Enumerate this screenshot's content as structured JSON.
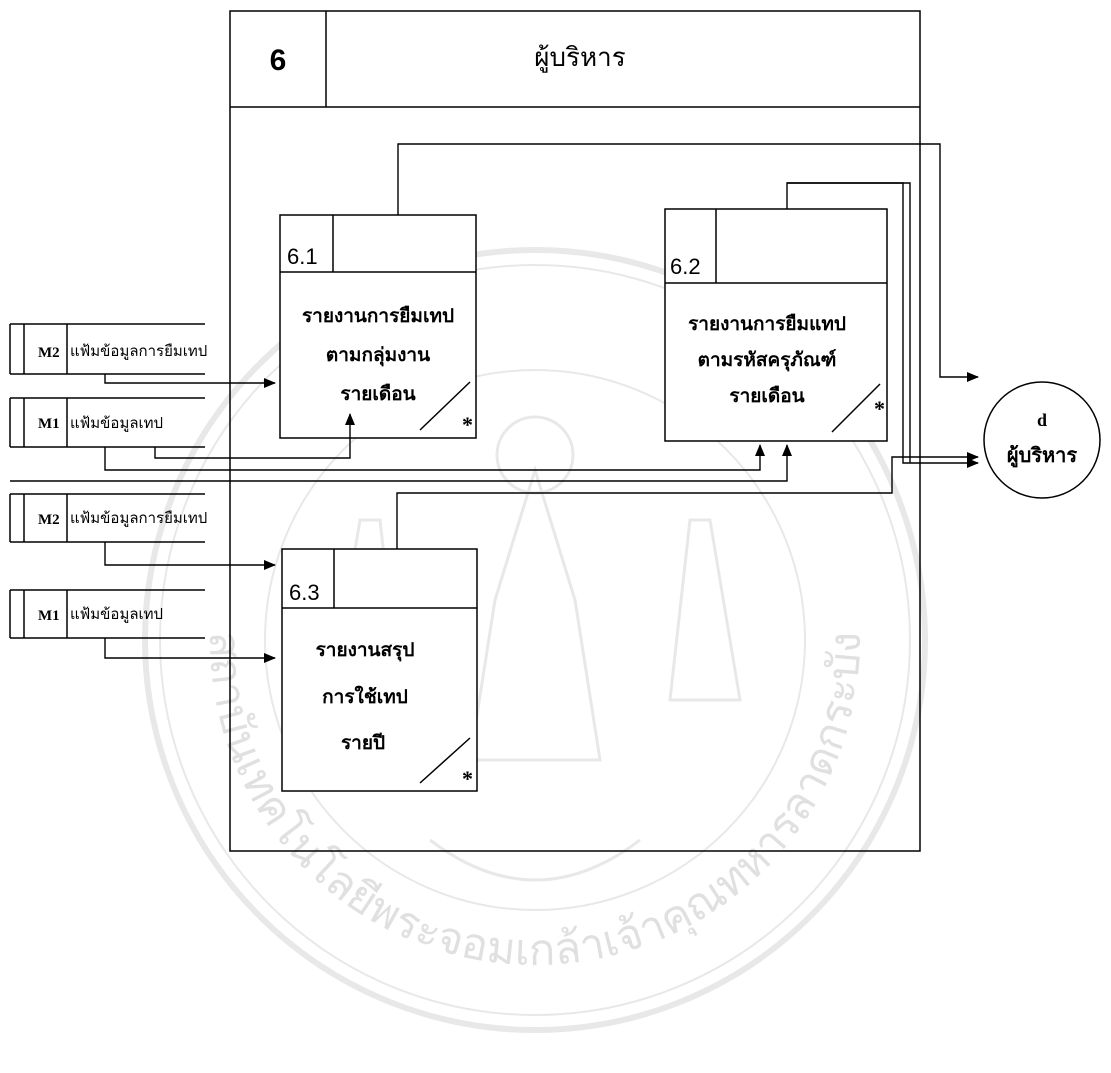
{
  "outer_process": {
    "number": "6",
    "title": "ผู้บริหาร"
  },
  "processes": [
    {
      "id": "6.1",
      "lines": [
        "รายงานการยืมเทป",
        "ตามกลุ่มงาน",
        "รายเดือน"
      ],
      "marker": "*"
    },
    {
      "id": "6.2",
      "lines": [
        "รายงานการยืมแทป",
        "ตามรหัสครุภัณฑ์",
        "รายเดือน"
      ],
      "marker": "*"
    },
    {
      "id": "6.3",
      "lines": [
        "รายงานสรุป",
        "การใช้เทป",
        "รายปี"
      ],
      "marker": "*"
    }
  ],
  "data_stores": [
    {
      "code": "M2",
      "name": "แฟ้มข้อมูลการยืมเทป"
    },
    {
      "code": "M1",
      "name": "แฟ้มข้อมูลเทป"
    },
    {
      "code": "M2",
      "name": "แฟ้มข้อมูลการยืมเทป"
    },
    {
      "code": "M1",
      "name": "แฟ้มข้อมูลเทป"
    }
  ],
  "external_entity": {
    "code": "d",
    "name": "ผู้บริหาร"
  },
  "watermark": {
    "text": "สถาบันเทคโนโลยีพระจอมเกล้าเจ้าคุณทหารลาดกระบัง"
  }
}
